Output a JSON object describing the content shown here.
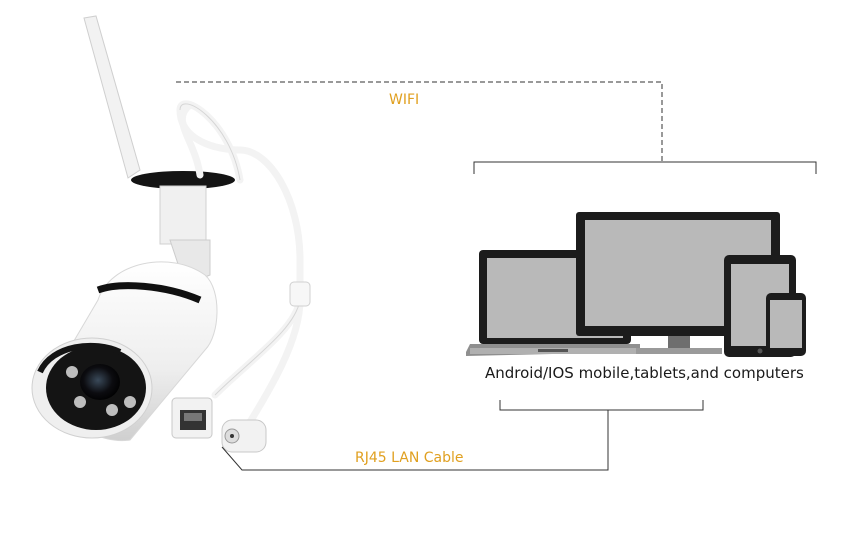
{
  "labels": {
    "wifi": "WIFI",
    "devices": "Android/IOS mobile,tablets,and computers",
    "lan": "RJ45 LAN Cable"
  },
  "colors": {
    "accent": "#e0a020",
    "line": "#333333",
    "device_frame": "#1c1c1c",
    "device_screen": "#b9b9b9",
    "camera_body": "#f4f4f4",
    "camera_dark": "#111111"
  },
  "icons": [
    "wifi-antenna-icon",
    "bullet-camera-icon",
    "rj45-port-icon",
    "dc-power-jack-icon",
    "laptop-icon",
    "monitor-icon",
    "tablet-icon",
    "phone-icon"
  ]
}
